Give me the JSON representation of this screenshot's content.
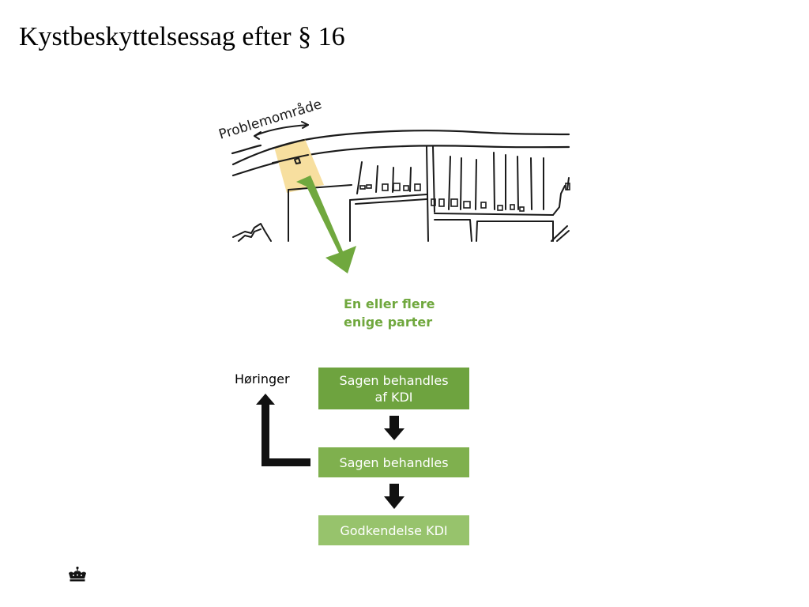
{
  "slide": {
    "title": "Kystbeskyttelsessag efter § 16"
  },
  "map": {
    "problem_area_label": "Problemområde"
  },
  "parties": {
    "line1": "En eller flere",
    "line2": "enige parter"
  },
  "flow": {
    "steps": [
      {
        "line1": "Sagen behandles",
        "line2": "af KDI"
      },
      {
        "line1": "Sagen behandles"
      },
      {
        "line1": "Godkendelse KDI"
      }
    ],
    "feedback_label": "Høringer"
  },
  "colors": {
    "arrow_green": "#70a83e",
    "step1": "#6ea33f",
    "step2": "#7fb04e",
    "step3": "#97c36c",
    "highlight": "#f6dc95"
  },
  "icons": {
    "footer_logo": "crown-icon"
  }
}
